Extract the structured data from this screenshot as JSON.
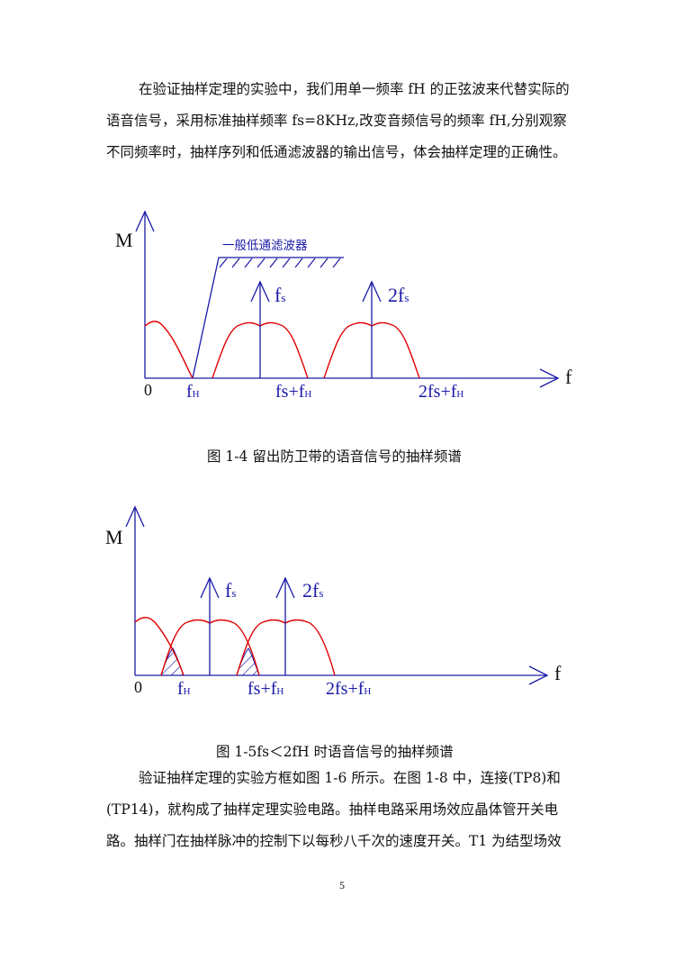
{
  "para1": {
    "lines": [
      "在验证抽样定理的实验中，我们用单一频率 fH 的正弦波来代替实际的",
      "语音信号，采用标准抽样频率 fs=8KHz,改变音频信号的频率 fH,分别观察",
      "不同频率时，抽样序列和低通滤波器的输出信号，体会抽样定理的正确性。"
    ]
  },
  "figure1": {
    "axis_y_label": "M",
    "axis_x_label": "f",
    "filter_label": "一般低通滤波器",
    "origin_label": "0",
    "tick_fh": "f",
    "tick_fh_sub": "H",
    "tick_fs_fh_base": "fs+f",
    "tick_fs_fh_sub": "H",
    "tick_2fs_fh_base": "2fs+f",
    "tick_2fs_fh_sub": "H",
    "arrow1_base": "f",
    "arrow1_sub": "s",
    "arrow2_base": "2f",
    "arrow2_sub": "s",
    "caption": "图 1-4 留出防卫带的语音信号的抽样频谱"
  },
  "figure2": {
    "axis_y_label": "M",
    "axis_x_label": "f",
    "origin_label": "0",
    "tick_fh": "f",
    "tick_fh_sub": "H",
    "tick_fs_fh_base": "fs+f",
    "tick_fs_fh_sub": "H",
    "tick_2fs_fh_base": "2fs+f",
    "tick_2fs_fh_sub": "H",
    "arrow1_base": "f",
    "arrow1_sub": "s",
    "arrow2_base": "2f",
    "arrow2_sub": "s",
    "caption": "图 1-5fs＜2fH 时语音信号的抽样频谱"
  },
  "para2": {
    "lines": [
      "验证抽样定理的实验方框如图 1-6 所示。在图 1-8 中，连接(TP8)和",
      "(TP14)，就构成了抽样定理实验电路。抽样电路采用场效应晶体管开关电",
      "路。抽样门在抽样脉冲的控制下以每秒八千次的速度开关。T1 为结型场效"
    ]
  },
  "page_number": "5",
  "colors": {
    "axis": "#1a1aa8",
    "spectrum": "#e00000",
    "text": "#111111"
  }
}
